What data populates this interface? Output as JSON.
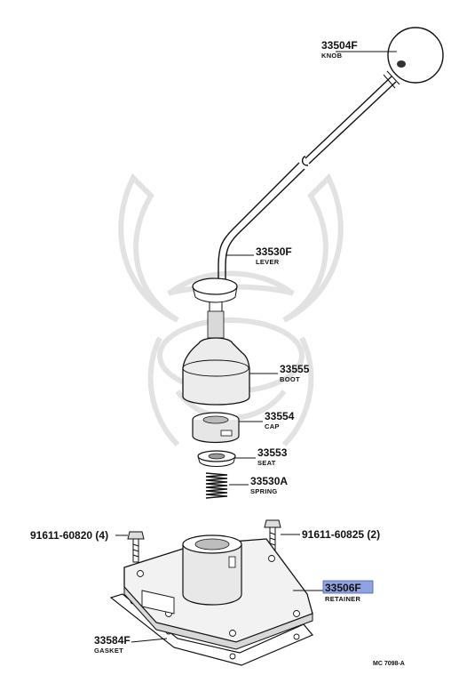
{
  "parts": [
    {
      "id": "knob",
      "number": "33504F",
      "name": "KNOB",
      "highlighted": false
    },
    {
      "id": "lever",
      "number": "33530F",
      "name": "LEVER",
      "highlighted": false
    },
    {
      "id": "boot",
      "number": "33555",
      "name": "BOOT",
      "highlighted": false
    },
    {
      "id": "cap",
      "number": "33554",
      "name": "CAP",
      "highlighted": false
    },
    {
      "id": "seat",
      "number": "33553",
      "name": "SEAT",
      "highlighted": false
    },
    {
      "id": "spring",
      "number": "33530A",
      "name": "SPRING",
      "highlighted": false
    },
    {
      "id": "bolt-left",
      "number": "91611-60820 (4)",
      "highlighted": false
    },
    {
      "id": "bolt-right",
      "number": "91611-60825 (2)",
      "highlighted": false
    },
    {
      "id": "retainer",
      "number": "33506F",
      "name": "RETAINER",
      "highlighted": true
    },
    {
      "id": "gasket",
      "number": "33584F",
      "name": "GASKET",
      "highlighted": false
    }
  ],
  "diagram_ref": "MC 7098-A",
  "colors": {
    "highlight": "#8fa3e0",
    "line": "#111111",
    "watermark": "#e2e2e2"
  }
}
